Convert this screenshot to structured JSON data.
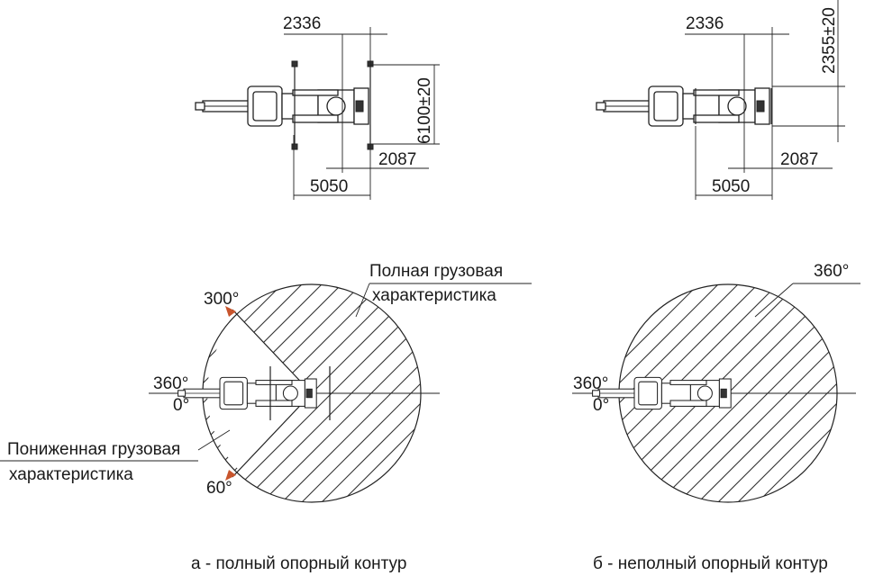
{
  "panel_a": {
    "top_dims": {
      "dim_width_top": "2336",
      "dim_outrigger_span": "6100±20",
      "dim_rear_offset": "2087",
      "dim_length": "5050"
    },
    "bottom": {
      "label_full_line1": "Полная грузовая",
      "label_full_line2": "характеристика",
      "angle_300": "300°",
      "angle_360": "360°",
      "angle_0": "0°",
      "label_reduced_line1": "Пониженная грузовая",
      "label_reduced_line2": "характеристика",
      "angle_60": "60°"
    },
    "caption": "а - полный опорный контур"
  },
  "panel_b": {
    "top_dims": {
      "dim_width_top": "2336",
      "dim_outrigger_span": "2355±20",
      "dim_rear_offset": "2087",
      "dim_length": "5050"
    },
    "bottom": {
      "angle_360_top": "360°",
      "angle_360": "360°",
      "angle_0": "0°"
    },
    "caption": "б - неполный опорный контур"
  },
  "colors": {
    "arrow": "#c8552d",
    "line": "#222222"
  }
}
